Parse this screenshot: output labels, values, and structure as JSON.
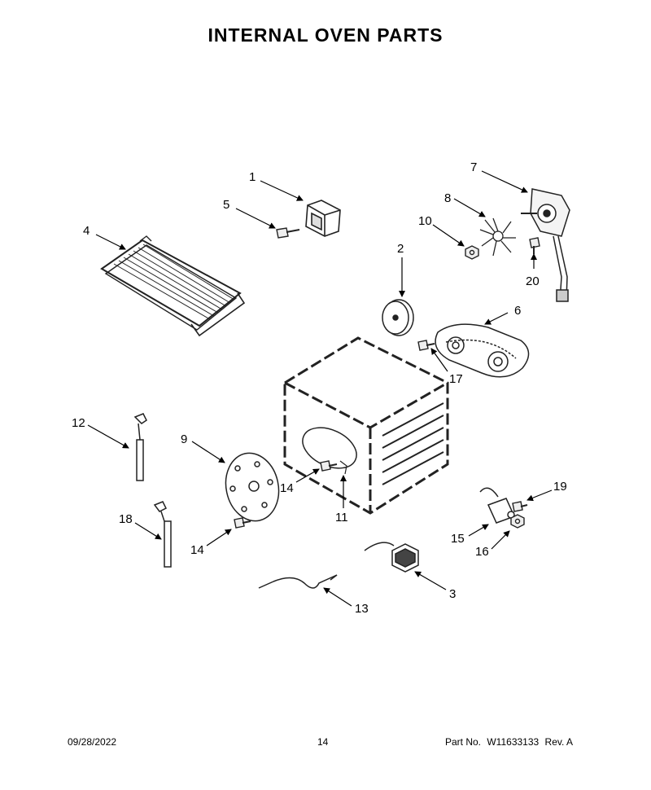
{
  "page": {
    "title": "INTERNAL OVEN PARTS"
  },
  "callouts": {
    "c1": "1",
    "c2": "2",
    "c3": "3",
    "c4": "4",
    "c5": "5",
    "c6": "6",
    "c7": "7",
    "c8": "8",
    "c9": "9",
    "c10": "10",
    "c11": "11",
    "c12": "12",
    "c13": "13",
    "c14a": "14",
    "c14b": "14",
    "c15": "15",
    "c16": "16",
    "c17": "17",
    "c18": "18",
    "c19": "19",
    "c20": "20"
  },
  "footer": {
    "date": "09/28/2022",
    "page_number": "14",
    "part_label": "Part No.",
    "part_number": "W11633133",
    "rev": "Rev. A"
  }
}
